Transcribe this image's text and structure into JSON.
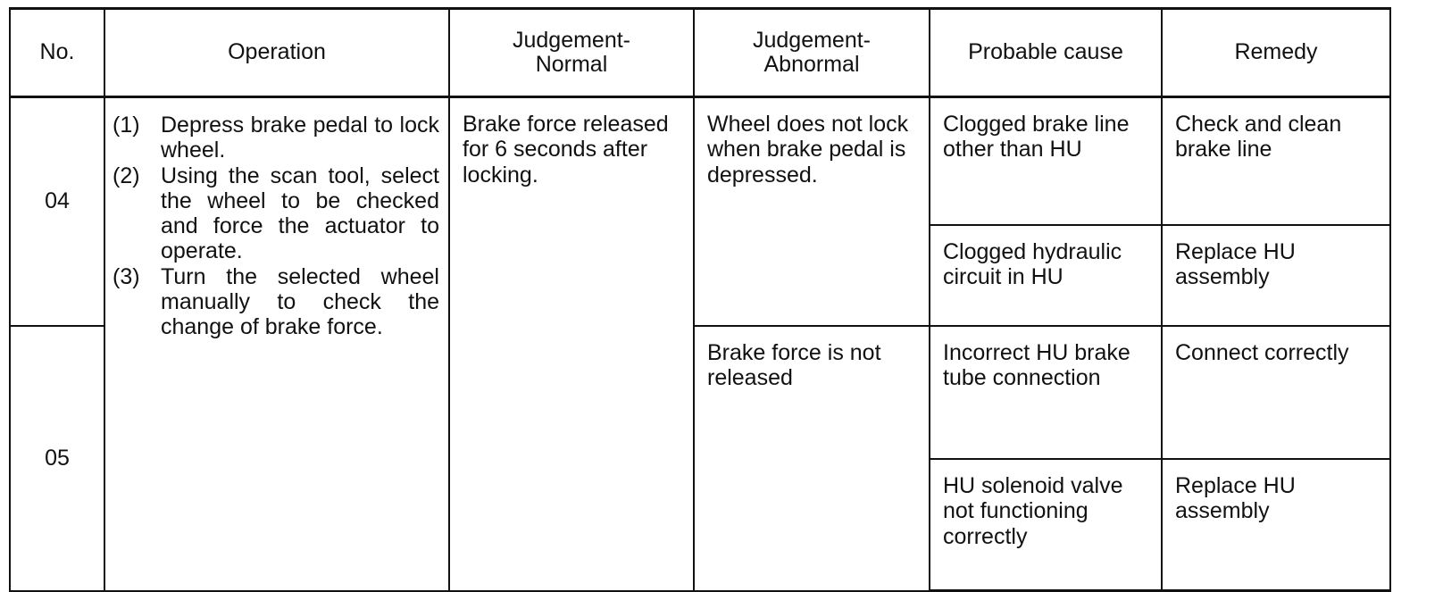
{
  "table": {
    "headers": {
      "no": "No.",
      "operation": "Operation",
      "judgement_normal": "Judgement-\nNormal",
      "judgement_abnormal": "Judgement-\nAbnormal",
      "probable_cause": "Probable cause",
      "remedy": "Remedy"
    },
    "numbers": [
      "04",
      "05"
    ],
    "operation_steps": [
      {
        "num": "(1)",
        "text": "Depress brake pedal to lock wheel."
      },
      {
        "num": "(2)",
        "text": "Using the scan tool, select the wheel to be checked and force the actuator to operate."
      },
      {
        "num": "(3)",
        "text": "Turn the selected wheel manually to check the change of brake force."
      }
    ],
    "judgement_normal": "Brake force released for 6 seconds after locking.",
    "abnormal": [
      {
        "judgement": "Wheel does not lock when brake pedal is depressed.",
        "causes": [
          {
            "cause": "Clogged brake line other than HU",
            "remedy": "Check and clean brake line"
          },
          {
            "cause": "Clogged hydraulic circuit in HU",
            "remedy": "Replace HU assembly"
          }
        ]
      },
      {
        "judgement": "Brake force is not released",
        "causes": [
          {
            "cause": "Incorrect HU brake tube connection",
            "remedy": "Connect correctly"
          },
          {
            "cause": "HU solenoid valve not functioning correctly",
            "remedy": "Replace HU assembly"
          }
        ]
      }
    ]
  }
}
